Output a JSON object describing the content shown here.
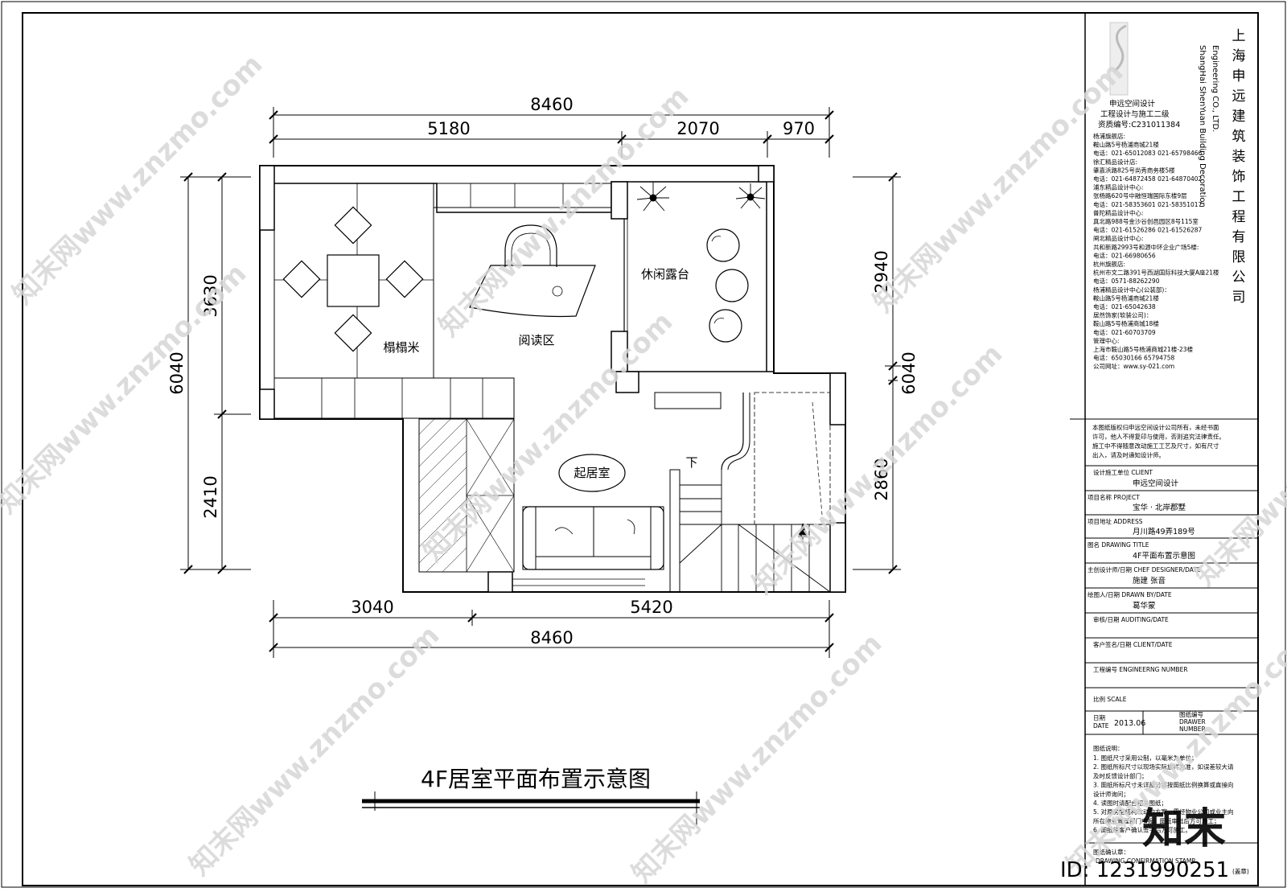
{
  "drawing": {
    "title": "4F居室平面布置示意图",
    "dims": {
      "top_total": "8460",
      "top_a": "5180",
      "top_b": "2070",
      "top_c": "970",
      "bottom_a": "3040",
      "bottom_b": "5420",
      "bottom_total": "8460",
      "left_total": "6040",
      "left_upper": "3630",
      "left_lower": "2410",
      "right_upper": "2940",
      "right_total": "6040",
      "right_lower": "2860"
    },
    "rooms": {
      "tatami": "榻榻米",
      "reading": "阅读区",
      "terrace": "休闲露台",
      "living": "起居室",
      "stairs_down": "下"
    }
  },
  "title_block": {
    "company_cn": "上海申远建筑装饰工程有限公司",
    "company_en_1": "ShangHai ShenYuan Building Decoration",
    "company_en_2": "Engineering CO., LTD.",
    "firm_lines": [
      "申远空间设计",
      "工程设计与施工二级",
      "资质编号:C231011384"
    ],
    "branches": [
      "杨浦旗舰店:",
      "鞍山路5号杨浦商城21楼",
      "电话：021-65012083  021-65798466",
      "徐汇精品设计店:",
      "肇嘉浜路825号尚秀商务楼5楼",
      "电话：021-64872458  021-64870402",
      "浦东精品设计中心:",
      "张杨路620号中融恒瑞国际东楼9层",
      "电话：021-58353601  021-58351017",
      "普陀精品设计中心:",
      "真北路988号金沙谷创邑园区8号115室",
      "电话：021-61526286  021-61526287",
      "闸北精品设计中心:",
      "共和新路2993号和源中环企业广场5楼:",
      "电话：021-66980656",
      "杭州旗舰店:",
      "杭州市文二路391号西湖国际科技大厦A座21楼",
      "电话：0571-88262290",
      "杨浦精品设计中心(公装部)：",
      "鞍山路5号杨浦商城21楼",
      "电话：021-65042638",
      "居然饰家(软装公司)：",
      "鞍山路5号杨浦商城18楼",
      "电话：021-60703709",
      "管理中心:",
      "上海市鞍山路5号杨浦商城21楼-23楼",
      "电话：65030166 65794758",
      "公司网址：www.sy-021.com"
    ],
    "copyright": [
      "本图纸版权归申远空间设计公司所有，未经书面",
      "许可，他人不得复印与使用，否则追究法律责任。",
      "施工中不得随意改动施工工艺及尺寸，如有尺寸",
      "出入，请及时通知设计师。"
    ],
    "client_label": "设计施工单位 CLIENT",
    "client_value": "申远空间设计",
    "project_label": "项目名称 PROJECT",
    "project_value": "宝华 · 北岸郡墅",
    "address_label": "项目地址 ADDRESS",
    "address_value": "月川路49弄189号",
    "drawing_title_label": "图名 DRAWING TITLE",
    "drawing_title_value": "4F平面布置示意图",
    "designer_label": "主创设计师/日期 CHEF DESIGNER/DATE",
    "designer_value": "施建   张音",
    "drawn_label": "绘图人/日期 DRAWN BY/DATE",
    "drawn_value": "葛华蒙",
    "audit_label": "审核/日期 AUDITING/DATE",
    "client_sign_label": "客户签名/日期 CLIENT/DATE",
    "eng_number_label": "工程编号 ENGINEERNG NUMBER",
    "scale_label": "比例 SCALE",
    "date_label_cn": "日期",
    "date_label_en": "DATE",
    "date_value": "2013.06",
    "drawer_label_cn": "图纸编号",
    "drawer_label_en1": "DRAWER",
    "drawer_label_en2": "NUMBER",
    "notes_title": "图纸说明：",
    "notes": [
      "1. 图纸尺寸采用公制，以毫米为单位；",
      "2. 图纸所标尺寸以现场实际放样为准，如误差较大请",
      "及时反馈设计部门；",
      "3. 图纸所标尺寸未详部分请按图纸比例换算或直接向",
      "设计师询问；",
      "4. 读图时请配合相关图纸；",
      "5. 对原房型结构改动的方案，需经物业公司或业主向",
      "所在物业管理部门申报，图纸审批后方可施工；",
      "6. 图纸经客户确认签字后方可施工。"
    ],
    "confirm_label": "图纸确认章：",
    "confirm_en": "DRAWING CONFIRMATION STAMP",
    "stamp": "(盖章)"
  },
  "watermark": {
    "text": "知末网www.znzmo.com",
    "logo": "知末",
    "id": "ID: 1231990251"
  }
}
